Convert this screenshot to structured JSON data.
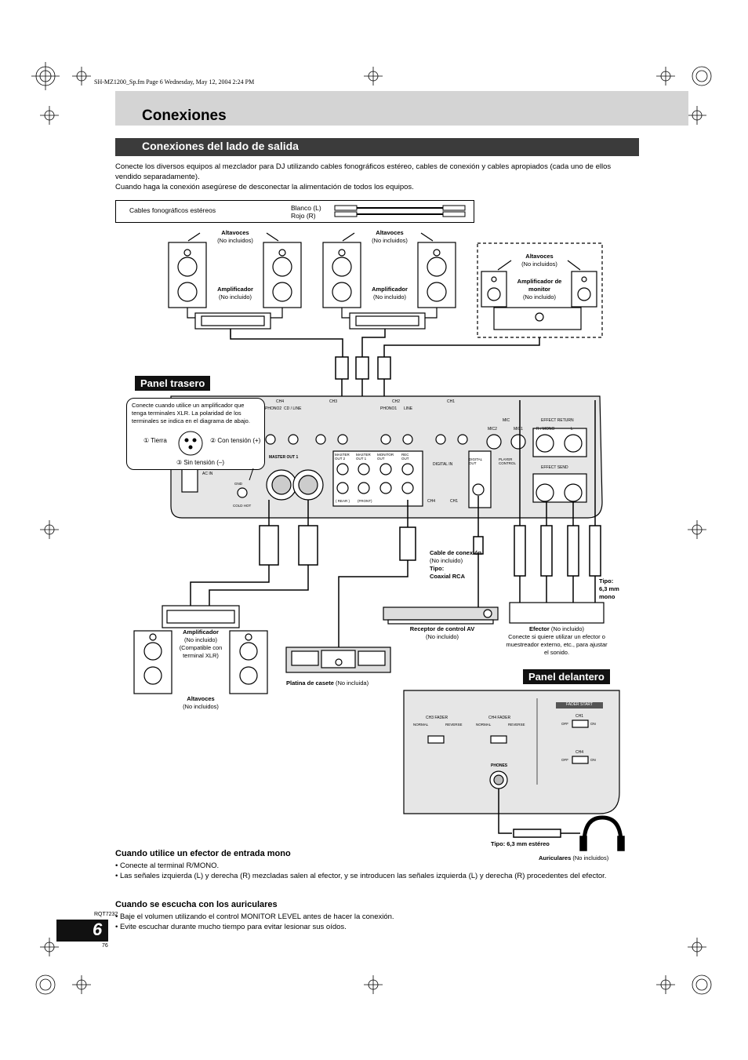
{
  "file_header": "SH-MZ1200_Sp.fm  Page 6  Wednesday, May 12, 2004  2:24 PM",
  "page_title": "Conexiones",
  "section_title": "Conexiones del lado de salida",
  "intro": {
    "line1": "Conecte los diversos equipos al mezclador para DJ utilizando cables fonográficos estéreo, cables de conexión y cables apropiados (cada uno de ellos vendido separadamente).",
    "line2": "Cuando haga la conexión asegúrese de desconectar la alimentación de todos los equipos."
  },
  "cable_legend": {
    "label": "Cables fonográficos estéreos",
    "white": "Blanco (L)",
    "red": "Rojo (R)"
  },
  "diagram": {
    "speakers_1": {
      "title": "Altavoces",
      "note": "(No incluidos)"
    },
    "amp_1": {
      "title": "Amplificador",
      "note": "(No incluido)"
    },
    "speakers_2": {
      "title": "Altavoces",
      "note": "(No incluidos)"
    },
    "amp_2": {
      "title": "Amplificador",
      "note": "(No incluido)"
    },
    "speakers_monitor": {
      "title": "Altavoces",
      "note": "(No incluidos)"
    },
    "amp_monitor": {
      "title": "Amplificador de monitor",
      "note": "(No incluido)"
    },
    "rear_panel_label": "Panel trasero",
    "front_panel_label": "Panel delantero",
    "xlr_bubble": {
      "text": "Conecte cuando utilice un amplificador que tenga terminales XLR. La polaridad de los terminales se indica en el diagrama de abajo.",
      "pin1": "① Tierra",
      "pin2": "② Con tensión (+)",
      "pin3": "③ Sin tensión (–)"
    },
    "rear_labels": {
      "ch4": "CH4",
      "ch3": "CH3",
      "ch2": "CH2",
      "ch1": "CH1",
      "phono2": "PHONO2",
      "cdline": "CD / LINE",
      "phono1": "PHONO1",
      "line": "LINE",
      "mic": "MIC",
      "mic2": "MIC2",
      "mic1": "MIC1",
      "effect_return": "EFFECT RETURN",
      "effect_send": "EFFECT SEND",
      "rmono": "R / MONO",
      "l": "L",
      "master_out1": "MASTER OUT 1",
      "master_out2": "MASTER OUT 2",
      "master_out1b": "MASTER OUT 1",
      "monitor_out": "MONITOR OUT",
      "rec_out": "REC OUT",
      "rear": "( REAR )",
      "front": "(FRONT)",
      "digital_in": "DIGITAL IN",
      "digital_out": "DIGITAL OUT",
      "player_control": "PLAYER CONTROL",
      "ch4b": "CH4",
      "ch1b": "CH1",
      "ac_in": "AC IN",
      "gnd": "GND",
      "cold_hot": "COLD  HOT"
    },
    "cable_coax": {
      "title": "Cable de conexión",
      "note": "(No incluido)",
      "type_label": "Tipo:",
      "type": "Coaxial RCA"
    },
    "jack_type": {
      "label": "Tipo:",
      "value": "6,3 mm mono"
    },
    "av_receiver": {
      "title": "Receptor de control AV",
      "note": "(No incluido)"
    },
    "effector": {
      "title": "Efector",
      "note": "(No incluido)",
      "desc": "Conecte si quiere utilizar un efector o muestreador externo, etc., para ajustar el sonido."
    },
    "amp_xlr": {
      "title": "Amplificador",
      "note": "(No incluido) (Compatible con terminal XLR)"
    },
    "speakers_xlr": {
      "title": "Altavoces",
      "note": "(No incluidos)"
    },
    "cassette": {
      "title": "Platina de casete",
      "note": "(No incluida)"
    },
    "front_labels": {
      "ch3_fader": "CH3 FADER",
      "ch4_fader": "CH4 FADER",
      "normal": "NORMAL",
      "reverse": "REVERSE",
      "fader_start": "FADER START",
      "ch1": "CH1",
      "ch4": "CH4",
      "off": "OFF",
      "on": "ON",
      "phones": "PHONES"
    },
    "stereo_type": "Tipo: 6,3 mm estéreo",
    "headphones": {
      "title": "Auriculares",
      "note": "(No incluidos)"
    }
  },
  "mono_section": {
    "heading": "Cuando utilice un efector de entrada mono",
    "bullets": [
      "• Conecte al terminal R/MONO.",
      "• Las señales izquierda (L) y derecha (R) mezcladas salen al efector, y se introducen las señales izquierda (L) y derecha (R) procedentes del efector."
    ]
  },
  "headphones_section": {
    "heading": "Cuando se escucha con los auriculares",
    "bullets": [
      "• Baje el volumen utilizando el control MONITOR LEVEL antes de hacer la conexión.",
      "• Evite escuchar durante mucho tiempo para evitar lesionar sus oídos."
    ]
  },
  "footer": {
    "code": "RQT7232",
    "page": "6",
    "sub": "76"
  }
}
